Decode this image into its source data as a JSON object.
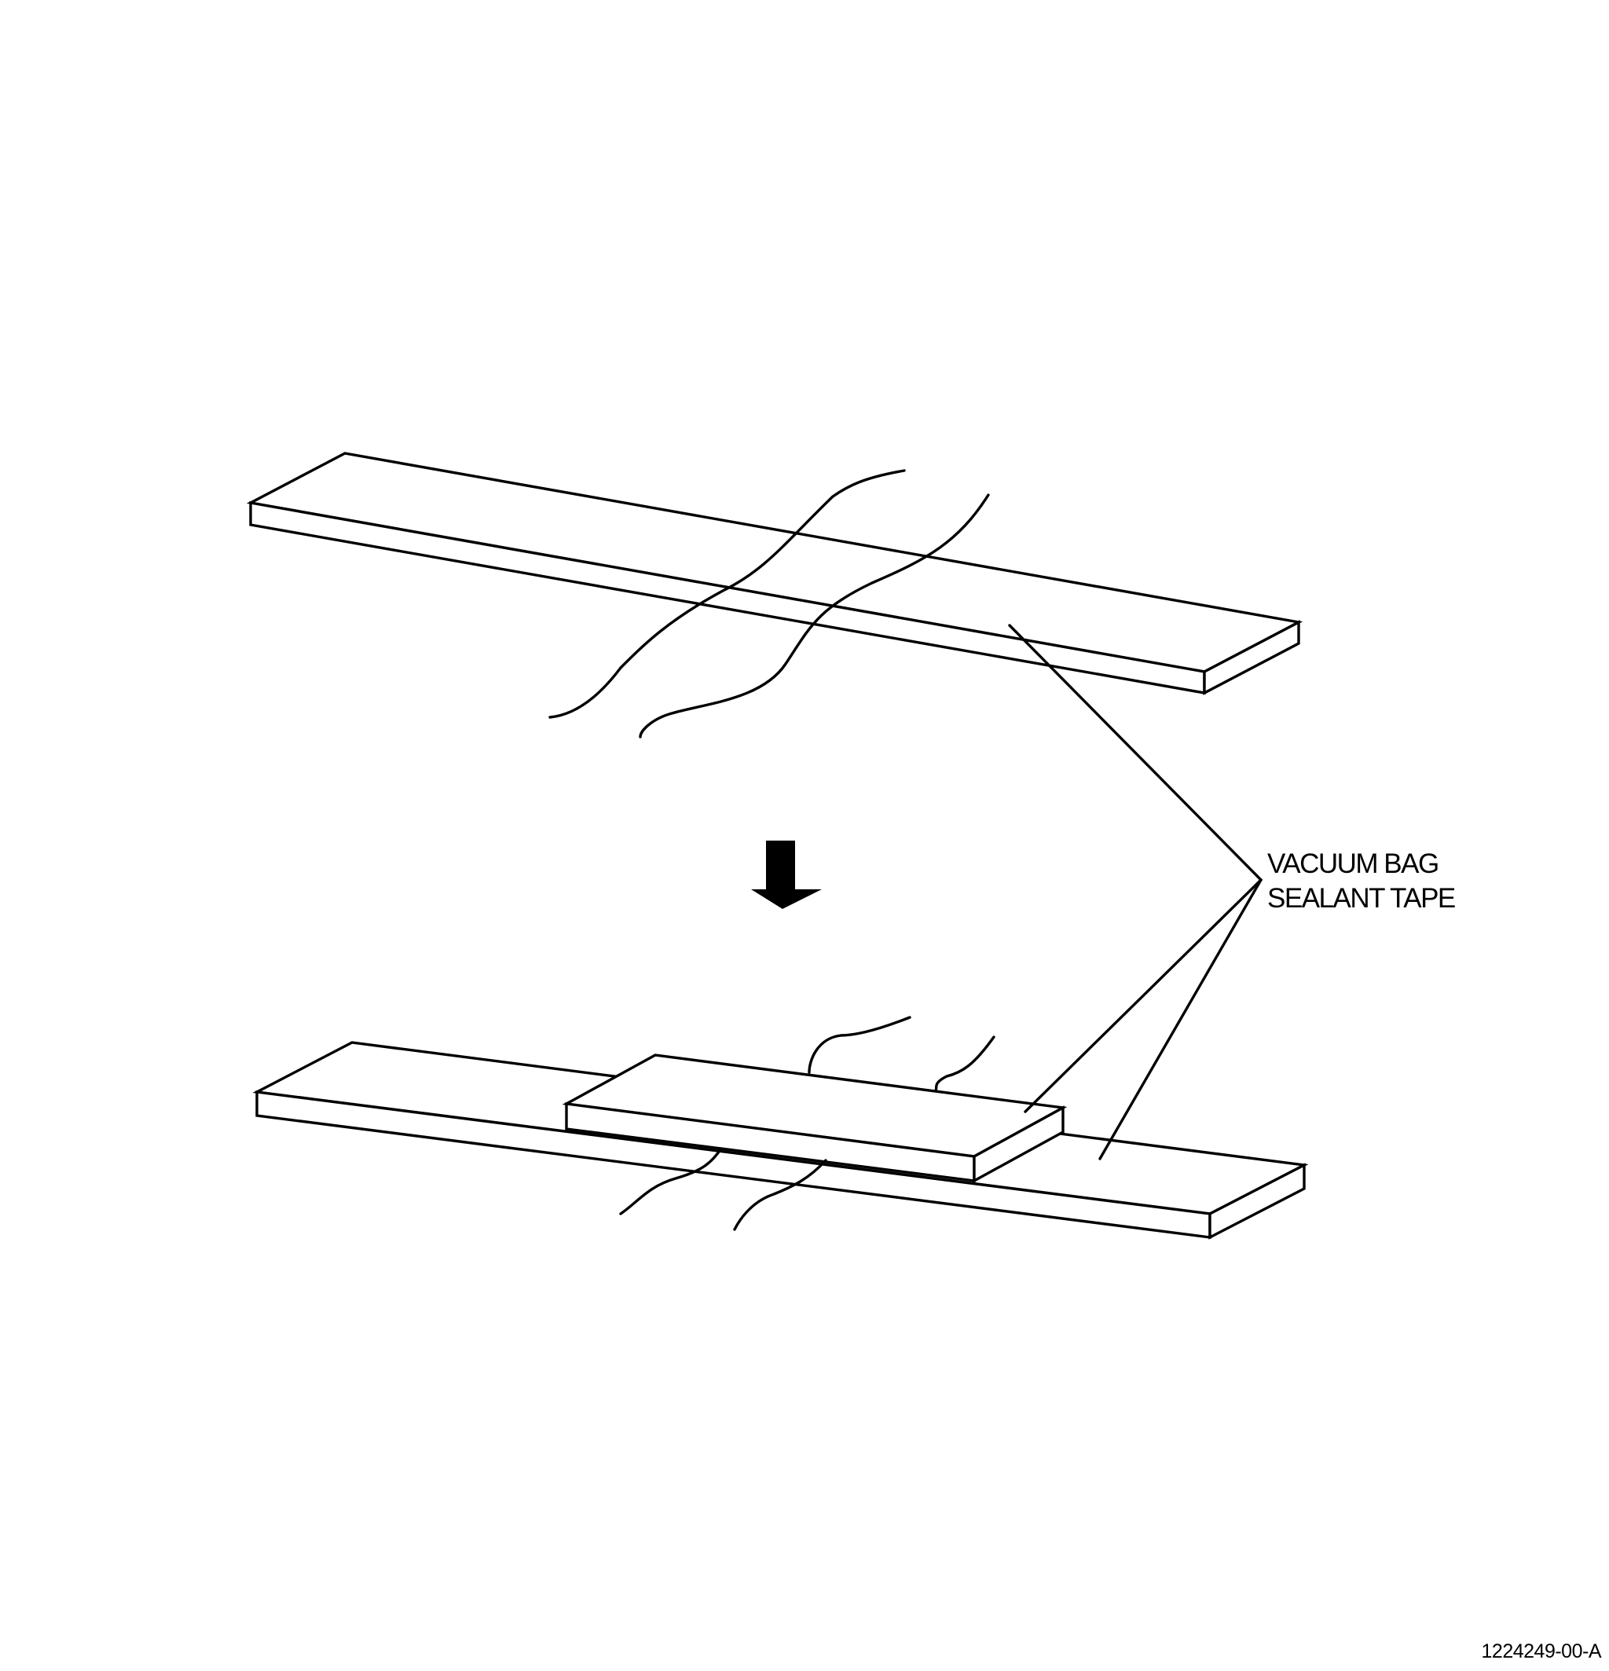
{
  "callout": {
    "line1": "VACUUM BAG",
    "line2": "SEALANT TAPE"
  },
  "figure_number": "1224249-00-A",
  "colors": {
    "ink": "#000000",
    "paper": "#ffffff"
  },
  "icons": {
    "step_arrow": "arrow-down-icon"
  }
}
